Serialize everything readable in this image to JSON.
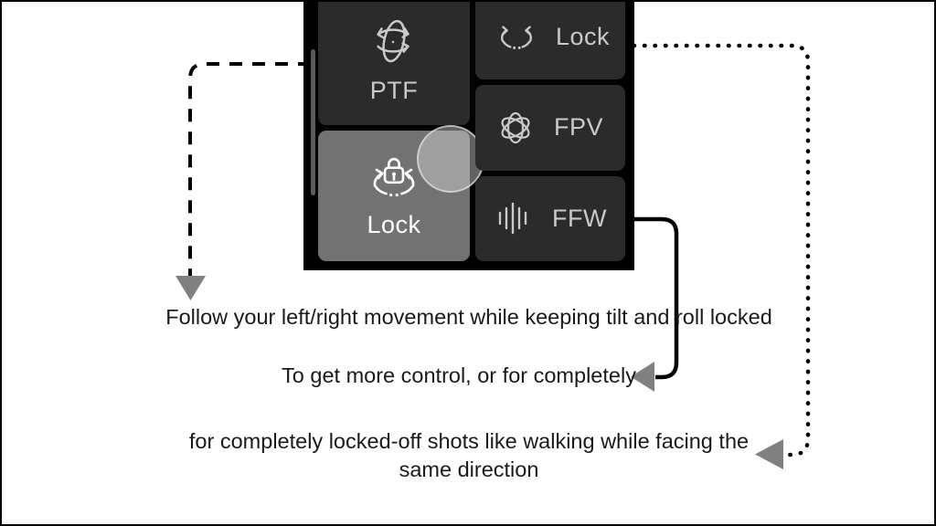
{
  "panel": {
    "name": "gimbal-follow-mode-panel",
    "background_color": "#000000",
    "tile_color": "#2b2b2b",
    "selected_tile_color": "#727272",
    "label_color": "#c9c9c9",
    "tiles": [
      {
        "id": "ptf",
        "label": "PTF",
        "icon": "three-axis-rotation-icon",
        "selected": false,
        "shape": "big",
        "column": "left"
      },
      {
        "id": "lock-left",
        "label": "Lock",
        "icon": "rotation-lock-icon",
        "selected": true,
        "shape": "big",
        "column": "left"
      },
      {
        "id": "lock-right",
        "label": "Lock",
        "icon": "pan-lock-icon",
        "selected": false,
        "shape": "wide",
        "column": "right"
      },
      {
        "id": "fpv",
        "label": "FPV",
        "icon": "atom-orbit-icon",
        "selected": false,
        "shape": "wide",
        "column": "right"
      },
      {
        "id": "ffw",
        "label": "FFW",
        "icon": "waveform-bars-icon",
        "selected": false,
        "shape": "wide",
        "column": "right"
      }
    ]
  },
  "captions": {
    "caption_1": "Follow your left/right movement while keeping tilt and roll locked",
    "caption_2": "To get more control, or for completely",
    "caption_3": "for completely locked-off shots like walking while facing the same direction"
  },
  "connectors": {
    "arrow_color": "#808080",
    "line_color": "#000000",
    "styles": [
      "dashed",
      "solid",
      "dotted"
    ]
  }
}
